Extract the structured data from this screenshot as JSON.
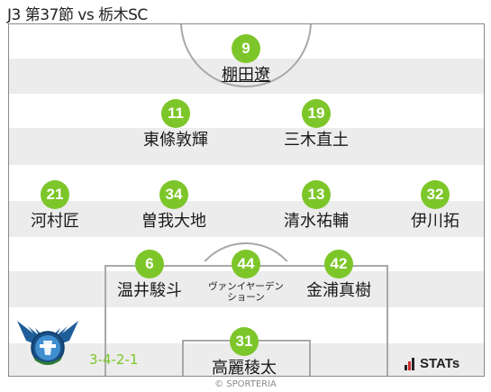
{
  "title": "J3 第37節 vs 栃木SC",
  "formation": "3-4-2-1",
  "copyright": "© SPORTERIA",
  "stats_logo_text": "STATs",
  "accent_color": "#7dc62a",
  "players": {
    "p9": {
      "number": "9",
      "name": "棚田遼"
    },
    "p11": {
      "number": "11",
      "name": "東條敦輝"
    },
    "p19": {
      "number": "19",
      "name": "三木直土"
    },
    "p21": {
      "number": "21",
      "name": "河村匠"
    },
    "p34": {
      "number": "34",
      "name": "曽我大地"
    },
    "p13": {
      "number": "13",
      "name": "清水祐輔"
    },
    "p32": {
      "number": "32",
      "name": "伊川拓"
    },
    "p6": {
      "number": "6",
      "name": "温井駿斗"
    },
    "p44": {
      "number": "44",
      "name": "ヴァンイヤーデン ショーン"
    },
    "p42": {
      "number": "42",
      "name": "金浦真樹"
    },
    "p31": {
      "number": "31",
      "name": "高麗稜太"
    }
  }
}
